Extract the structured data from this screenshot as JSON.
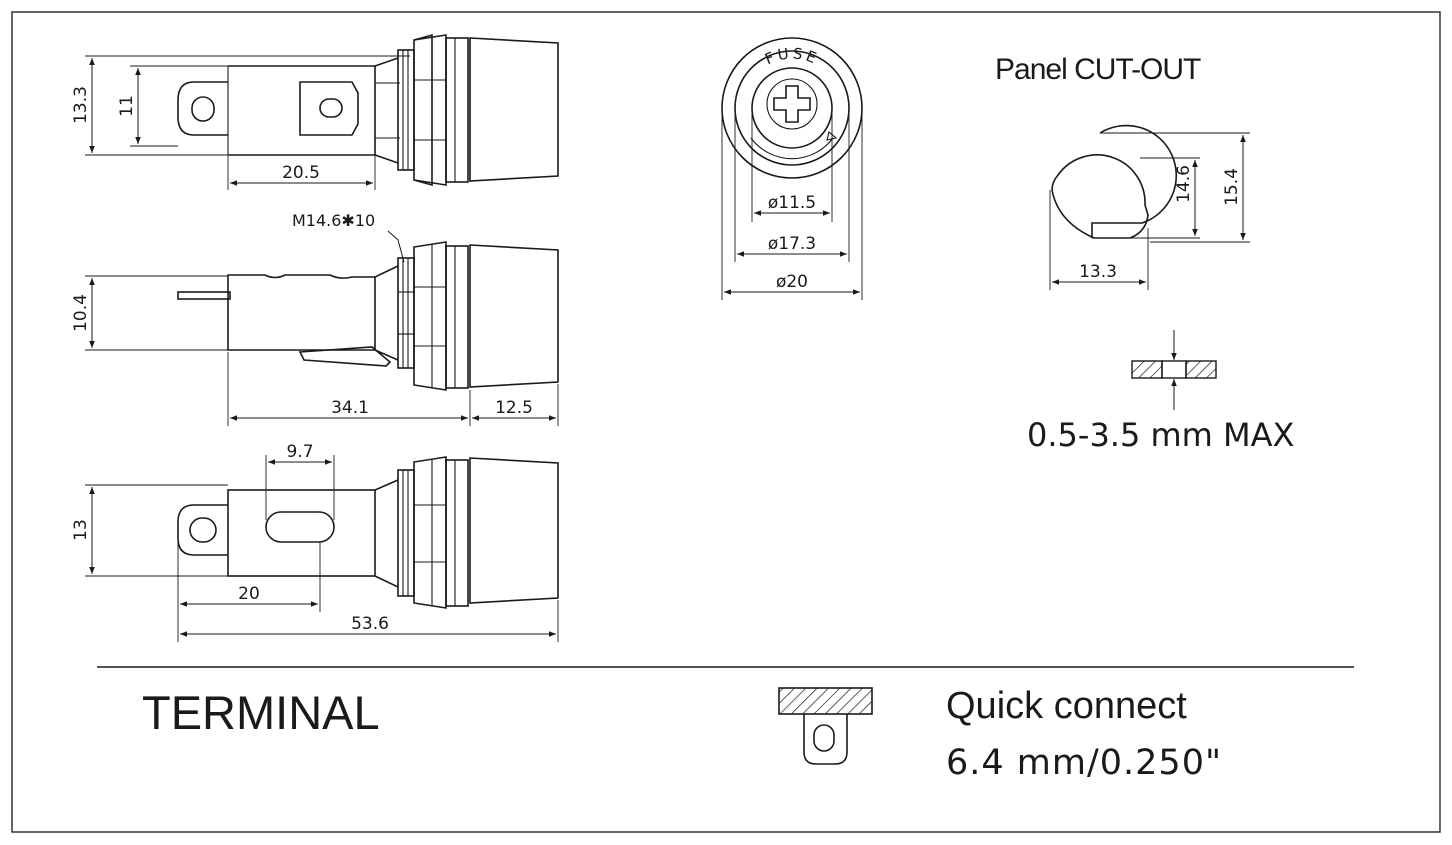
{
  "side_view_top": {
    "dim_height_outer": "13.3",
    "dim_height_inner": "11",
    "dim_length": "20.5"
  },
  "side_view_middle": {
    "thread_label": "M14.6✱10",
    "dim_height": "10.4",
    "dim_body_length": "34.1",
    "dim_cap_length": "12.5"
  },
  "side_view_bottom": {
    "dim_slot_width": "9.7",
    "dim_height": "13",
    "dim_terminal": "20",
    "dim_total_length": "53.6"
  },
  "front_view": {
    "cap_text": "FUSE",
    "dim_inner_dia": "ø11.5",
    "dim_mid_dia": "ø17.3",
    "dim_outer_dia": "ø20"
  },
  "panel_cutout": {
    "title": "Panel CUT-OUT",
    "dim_flat": "14.6",
    "dim_height": "15.4",
    "dim_width": "13.3",
    "thickness_label": "0.5-3.5 mm MAX"
  },
  "terminal_section": {
    "heading": "TERMINAL",
    "type_label": "Quick connect",
    "size_label": "6.4 mm/0.250\""
  }
}
